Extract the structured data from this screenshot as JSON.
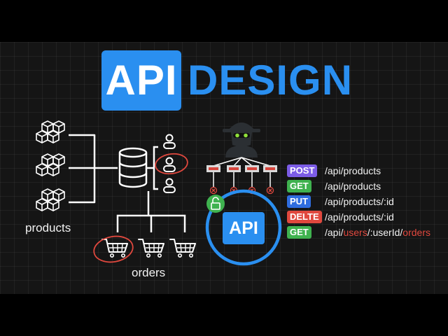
{
  "title": {
    "part1": "API",
    "part2": "DESIGN"
  },
  "labels": {
    "products": "products",
    "orders": "orders",
    "api_box": "API"
  },
  "endpoints": [
    {
      "method": "POST",
      "color": "#7c5ce6",
      "path": [
        "/api/products"
      ]
    },
    {
      "method": "GET",
      "color": "#3fb24f",
      "path": [
        "/api/products"
      ]
    },
    {
      "method": "PUT",
      "color": "#2f6ddf",
      "path": [
        "/api/products/:id"
      ]
    },
    {
      "method": "DELTE",
      "color": "#e0483e",
      "path": [
        "/api/products/:id"
      ]
    },
    {
      "method": "GET",
      "color": "#3fb24f",
      "path": [
        "/api/",
        "users",
        "/:userId/",
        "orders"
      ]
    }
  ],
  "colors": {
    "brand": "#2a8ff0",
    "accent_red": "#e0483e",
    "lock": "#3fb24f",
    "hacker_eyes": "#8fe03a"
  },
  "icons": [
    "product-box-icon",
    "database-icon",
    "user-icon",
    "shopping-cart-icon",
    "hacker-icon",
    "server-icon",
    "blocked-icon",
    "unlocked-icon"
  ]
}
